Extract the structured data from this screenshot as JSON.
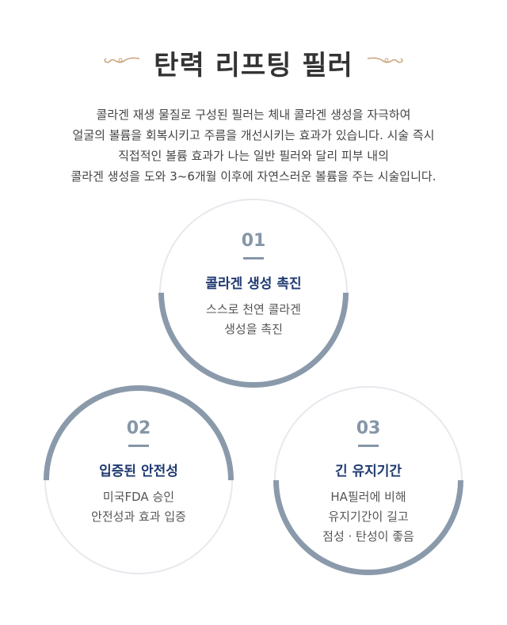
{
  "title": "탄력 리프팅 필러",
  "intro": [
    "콜라겐 재생 물질로 구성된 필러는 체내 콜라겐 생성을 자극하여",
    "얼굴의 볼륨을 회복시키고 주름을 개선시키는 효과가 있습니다. 시술 즉시",
    "직접적인 볼륨 효과가 나는 일반 필러와 달리 피부 내의",
    "콜라겐 생성을 도와 3~6개월 이후에 자연스러운 볼륨을 주는 시술입니다."
  ],
  "features": [
    {
      "num": "01",
      "heading": "콜라겐 생성 촉진",
      "desc": [
        "스스로 천연 콜라겐",
        "생성을 촉진"
      ]
    },
    {
      "num": "02",
      "heading": "입증된 안전성",
      "desc": [
        "미국FDA 승인",
        "안전성과 효과 입증"
      ]
    },
    {
      "num": "03",
      "heading": "긴 유지기간",
      "desc": [
        "HA필러에 비해",
        "유지기간이 길고",
        "점성 · 탄성이 좋음"
      ]
    }
  ],
  "colors": {
    "accent": "#8596a8",
    "heading": "#1f3a70",
    "ornament": "#c9a47a"
  }
}
